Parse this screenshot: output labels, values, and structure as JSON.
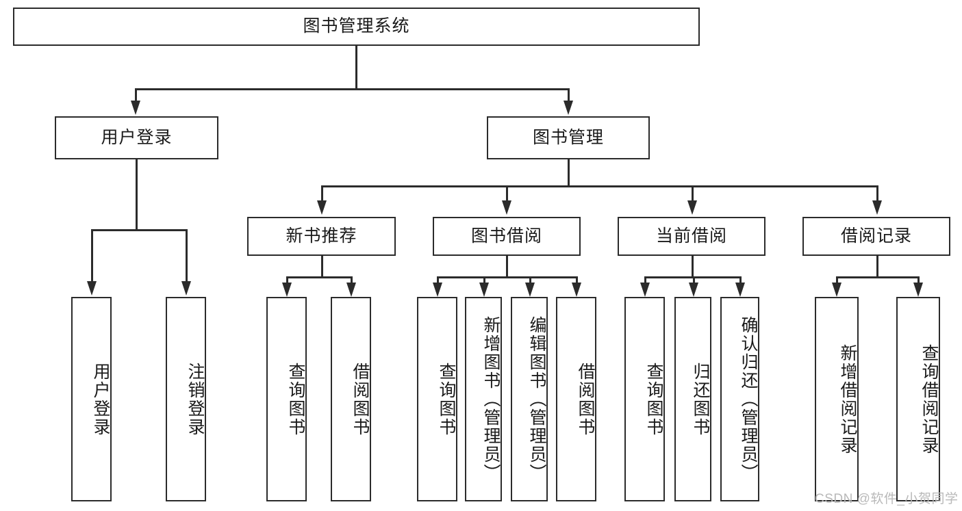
{
  "diagram": {
    "title": "图书管理系统",
    "type": "hierarchy-tree",
    "levels": 4
  },
  "nodes": {
    "root": {
      "label": "图书管理系统"
    },
    "level2": [
      {
        "id": "user-login",
        "label": "用户登录"
      },
      {
        "id": "book-management",
        "label": "图书管理"
      }
    ],
    "level3": [
      {
        "id": "new-book-recommend",
        "label": "新书推荐"
      },
      {
        "id": "book-borrow",
        "label": "图书借阅"
      },
      {
        "id": "current-borrow",
        "label": "当前借阅"
      },
      {
        "id": "borrow-record",
        "label": "借阅记录"
      }
    ],
    "leaves": {
      "user_login": [
        {
          "id": "leaf-user-login",
          "label": "用户登录"
        },
        {
          "id": "leaf-logout-login",
          "label": "注销登录"
        }
      ],
      "new_book_recommend": [
        {
          "id": "leaf-query-book-1",
          "label": "查询图书"
        },
        {
          "id": "leaf-borrow-book-1",
          "label": "借阅图书"
        }
      ],
      "book_borrow": [
        {
          "id": "leaf-query-book-2",
          "label": "查询图书"
        },
        {
          "id": "leaf-add-book",
          "label": "新增图书（管理员）"
        },
        {
          "id": "leaf-edit-book",
          "label": "编辑图书（管理员）"
        },
        {
          "id": "leaf-borrow-book-2",
          "label": "借阅图书"
        }
      ],
      "current_borrow": [
        {
          "id": "leaf-query-book-3",
          "label": "查询图书"
        },
        {
          "id": "leaf-return-book",
          "label": "归还图书"
        },
        {
          "id": "leaf-confirm-return",
          "label": "确认归还（管理员）"
        }
      ],
      "borrow_record": [
        {
          "id": "leaf-add-borrow-record",
          "label": "新增借阅记录"
        },
        {
          "id": "leaf-query-borrow-record",
          "label": "查询借阅记录"
        }
      ]
    }
  },
  "watermark": {
    "text": "CSDN @软件_小贺同学"
  },
  "colors": {
    "stroke": "#2b2b2b",
    "fill": "#ffffff",
    "text": "#1a1a1a",
    "watermark": "#b9b9b9"
  }
}
